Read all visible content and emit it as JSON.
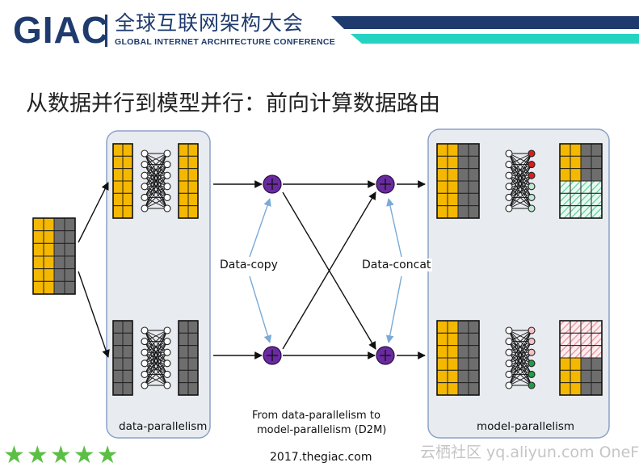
{
  "logo": {
    "giac": "GIAC",
    "cn_name": "全球互联网架构大会",
    "en_name": "GLOBAL INTERNET ARCHITECTURE CONFERENCE"
  },
  "slide_title": "从数据并行到模型并行：前向计算数据路由",
  "labels": {
    "data_copy": "Data-copy",
    "data_concat": "Data-concat",
    "data_parallelism": "data-parallelism",
    "model_parallelism": "model-parallelism",
    "caption_line1": "From data-parallelism to",
    "caption_line2": "model-parallelism (D2M)",
    "website": "2017.thegiac.com"
  },
  "watermark": "云栖社区 yq.aliyun.com  OneFlow",
  "rating_stars": 5,
  "colors": {
    "brand_navy": "#1f3b6e",
    "brand_teal": "#25d3c2",
    "gold": "#f5b800",
    "gray_cell": "#6e6e6e",
    "purple_node": "#6a2aa0",
    "arrow_blue": "#7aaad8",
    "panel_fill": "#e8ebef",
    "panel_stroke": "#8aa2c8",
    "red_neuron": "#e01b1b",
    "green_neuron": "#1f9e45",
    "hatch_green": "#7fd9b0",
    "hatch_red": "#f0a0a8",
    "star_green": "#5cbf45"
  }
}
